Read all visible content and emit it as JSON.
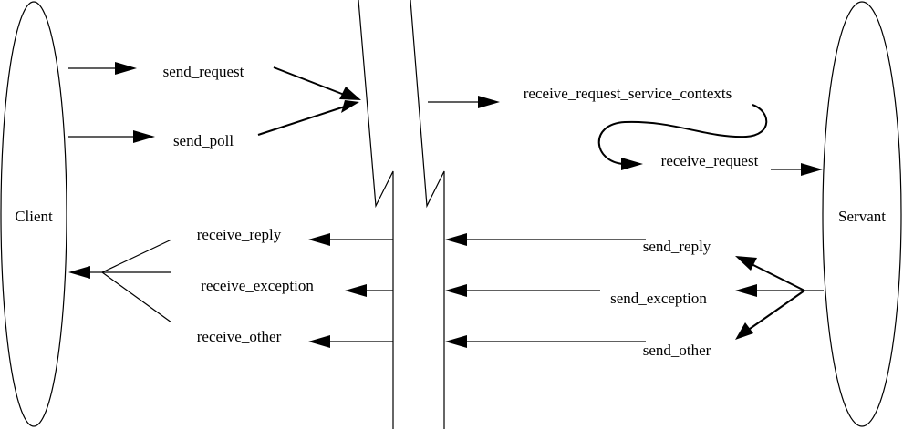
{
  "nodes": {
    "client": "Client",
    "servant": "Servant"
  },
  "labels": {
    "send_request": "send_request",
    "send_poll": "send_poll",
    "receive_request_service_contexts": "receive_request_service_contexts",
    "receive_request": "receive_request",
    "receive_reply": "receive_reply",
    "receive_exception": "receive_exception",
    "receive_other": "receive_other",
    "send_reply": "send_reply",
    "send_exception": "send_exception",
    "send_other": "send_other"
  }
}
